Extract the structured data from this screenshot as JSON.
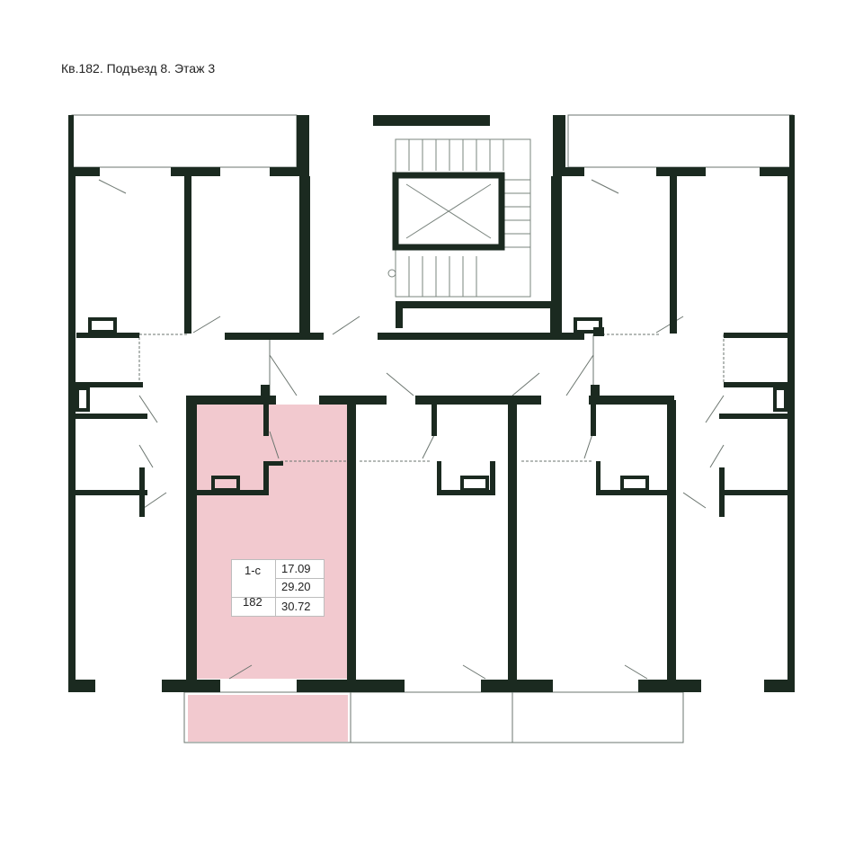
{
  "header": {
    "title": "Кв.182. Подъезд 8. Этаж 3"
  },
  "apartment": {
    "type": "1-с",
    "number": "182",
    "living_area": "17.09",
    "total_area": "29.20",
    "total_area_with_balcony": "30.72",
    "highlight_color": "#f2c9cf"
  },
  "colors": {
    "wall": "#1b2a20",
    "thin_line": "#5c6b62"
  },
  "icons": {
    "stair_fixture": "circle-icon",
    "elevator": "elevator-cross-icon"
  }
}
